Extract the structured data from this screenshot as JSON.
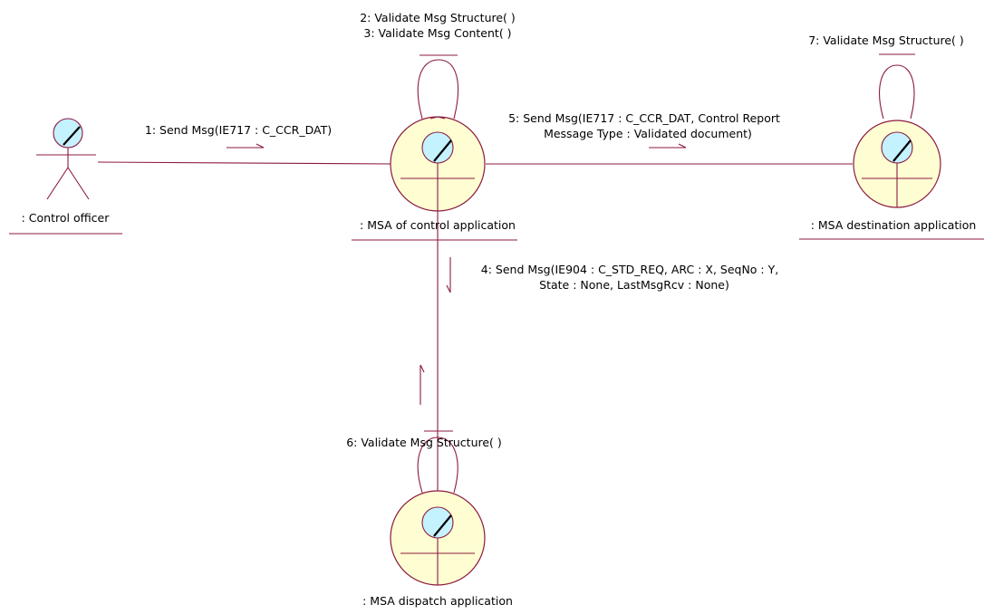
{
  "diagram": {
    "actor": {
      "label": ": Control officer"
    },
    "objects": {
      "control": {
        "label": ": MSA of control application"
      },
      "destination": {
        "label": ": MSA destination application"
      },
      "dispatch": {
        "label": ": MSA dispatch application"
      }
    },
    "messages": {
      "m1": "1: Send Msg(IE717 : C_CCR_DAT)",
      "m2": "2: Validate Msg Structure( )",
      "m3": "3: Validate Msg Content( )",
      "m4_line1": "4: Send Msg(IE904 : C_STD_REQ, ARC : X, SeqNo : Y,",
      "m4_line2": "State : None, LastMsgRcv : None)",
      "m5_line1": "5: Send Msg(IE717 : C_CCR_DAT, Control Report",
      "m5_line2": "Message Type : Validated document)",
      "m6": "6: Validate Msg Structure( )",
      "m7": "7: Validate Msg Structure( )"
    },
    "colors": {
      "line": "#8c1a3f",
      "object_fill": "#fefed2",
      "head_fill": "#c5f2ff"
    }
  }
}
